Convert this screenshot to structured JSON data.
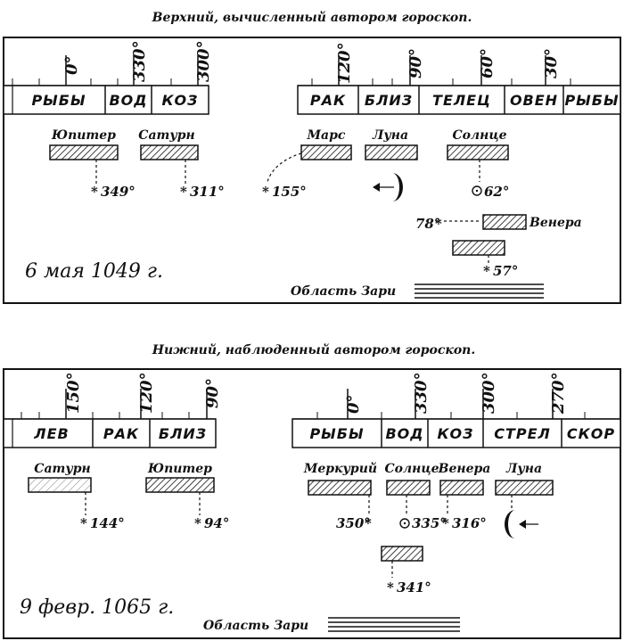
{
  "upper": {
    "caption": "Верхний, вычисленный автором гороскоп.",
    "date": "6 мая 1049 г.",
    "dawn_label": "Область Зари",
    "left_ticks": [
      "0°",
      "330°",
      "300°"
    ],
    "right_ticks": [
      "120°",
      "90°",
      "60°",
      "30°"
    ],
    "left_signs": [
      "РЫБЫ",
      "ВОД",
      "КОЗ"
    ],
    "right_signs": [
      "РАК",
      "БЛИЗ",
      "ТЕЛЕЦ",
      "ОВЕН",
      "РЫБЫ"
    ],
    "planets": [
      {
        "name": "Юпитер",
        "marker": "*",
        "position": "349°"
      },
      {
        "name": "Сатурн",
        "marker": "*",
        "position": "311°"
      },
      {
        "name": "Марс",
        "marker": "*",
        "position": "155°"
      },
      {
        "name": "Луна",
        "marker": "☾",
        "position": ""
      },
      {
        "name": "Солнце",
        "marker": "⊙",
        "position": "62°"
      },
      {
        "name": "Венера",
        "marker": "*",
        "position": "78°"
      },
      {
        "name": "",
        "marker": "*",
        "position": "57°"
      }
    ]
  },
  "lower": {
    "caption": "Нижний, наблюденный автором гороскоп.",
    "date": "9 февр. 1065 г.",
    "dawn_label": "Область Зари",
    "left_ticks": [
      "150°",
      "120°",
      "90°"
    ],
    "right_ticks": [
      "0°",
      "330°",
      "300°",
      "270°"
    ],
    "left_signs": [
      "ЛЕВ",
      "РАК",
      "БЛИЗ"
    ],
    "right_signs": [
      "РЫБЫ",
      "ВОД",
      "КОЗ",
      "СТРЕЛ",
      "СКОР"
    ],
    "planets": [
      {
        "name": "Сатурн",
        "marker": "*",
        "position": "144°"
      },
      {
        "name": "Юпитер",
        "marker": "*",
        "position": "94°"
      },
      {
        "name": "Меркурий",
        "marker": "*",
        "position": "350°"
      },
      {
        "name": "Солнце",
        "marker": "⊙",
        "position": "335°"
      },
      {
        "name": "Венера",
        "marker": "*",
        "position": "316°"
      },
      {
        "name": "Луна",
        "marker": "☾",
        "position": ""
      },
      {
        "name": "",
        "marker": "*",
        "position": "341°"
      }
    ]
  }
}
